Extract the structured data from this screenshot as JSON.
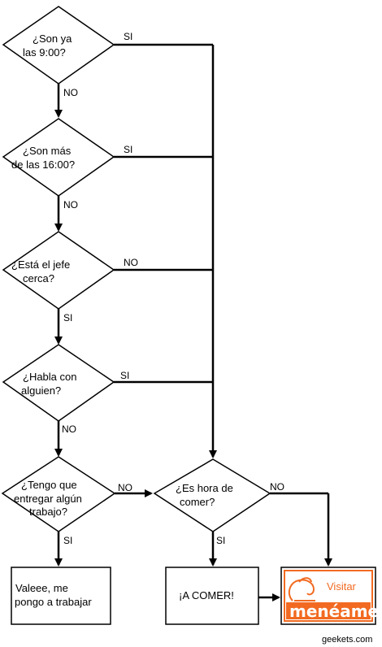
{
  "decisions": {
    "d1": [
      "¿Son ya",
      "las 9:00?"
    ],
    "d2": [
      "¿Son más",
      "de las 16:00?"
    ],
    "d3": [
      "¿Está el jefe",
      "cerca?"
    ],
    "d4": [
      "¿Habla con",
      "alguien?"
    ],
    "d5": [
      "¿Tengo que",
      "entregar algún",
      "trabajo?"
    ],
    "d6": [
      "¿Es hora de",
      "comer?"
    ]
  },
  "edges": {
    "d1_si": "SI",
    "d1_no": "NO",
    "d2_si": "SI",
    "d2_no": "NO",
    "d3_no": "NO",
    "d3_si": "SI",
    "d4_si": "SI",
    "d4_no": "NO",
    "d5_no": "NO",
    "d5_si": "SI",
    "d6_no": "NO",
    "d6_si": "SI"
  },
  "boxes": {
    "trabajar": [
      "Valeee, me",
      "pongo a trabajar"
    ],
    "comer": [
      "¡A COMER!"
    ]
  },
  "logo": {
    "top": "Visitar",
    "word": "menéame",
    "color": "#f26a21"
  },
  "credit": "geekets.com"
}
